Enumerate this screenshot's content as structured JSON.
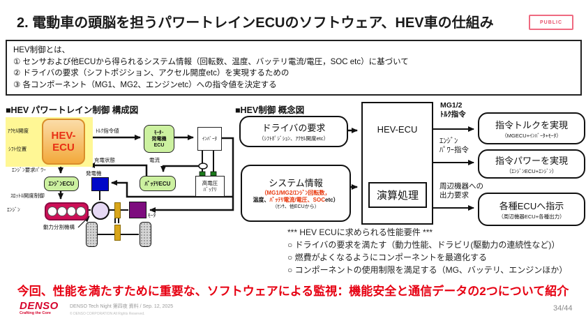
{
  "header": {
    "title": "2. 電動車の頭脳を担うパワートレインECUのソフトウェア、HEV車の仕組み",
    "public_badge": "PUBLIC"
  },
  "definition": {
    "intro": "HEV制御とは、",
    "point1": "① センサおよび他ECUから得られるシステム情報（回転数、温度、バッテリ電流/電圧，SOC etc）に基づいて",
    "point2": "② ドライバの要求（シフトポジション、アクセル開度etc）を実現するための",
    "point3": "③ 各コンポーネント（MG1、MG2、エンジンetc）への指令値を決定する"
  },
  "structure_diagram": {
    "heading": "■HEV パワートレイン制御 構成図",
    "labels": {
      "accel": "ｱｸｾﾙ開度",
      "shift": "ｼﾌﾄ位置",
      "torque_cmd": "ﾄﾙｸ指令値",
      "charge_state": "充電状態",
      "current": "電流",
      "engine_req_power": "ｴﾝｼﾞﾝ要求ﾊﾟﾜｰ",
      "throttle_ctrl": "ｽﾛｯﾄﾙ開度制御",
      "generator": "発電機",
      "engine": "ｴﾝｼﾞﾝ",
      "power_split": "動力分割機構",
      "motor": "ﾓｰﾀ"
    },
    "nodes": {
      "hev_ecu": "HEV-ECU",
      "motor_gen_ecu": "ﾓｰﾀ･\n発電機\nECU",
      "inverter": "ｲﾝﾊﾞｰﾀ",
      "battery_ecu": "ﾊﾞｯﾃﾘECU",
      "hv_battery": "高電圧\nﾊﾞｯﾃﾘ",
      "engine_ecu": "ｴﾝｼﾞﾝECU"
    }
  },
  "concept_diagram": {
    "heading": "■HEV制御 概念図",
    "driver_box": {
      "title": "ドライバの要求",
      "subtitle": "（ｼﾌﾄﾎﾟｼﾞｼｮﾝ、ｱｸｾﾙ開度etc）"
    },
    "system_box": {
      "title": "システム情報",
      "sub_red1": "（MG1/MG2/ｴﾝｼﾞﾝ回転数，",
      "sub_black1": "温度、",
      "sub_red2": "ﾊﾞｯﾃﾘ電流/電圧、SOC",
      "sub_black2": "etc）",
      "sub_line3": "（ｾﾝｻ、他ECUから）"
    },
    "hev_ecu_title": "HEV-ECU",
    "process_box": "演算処理",
    "outputs": [
      {
        "label": "MG1/2\nﾄﾙｸ指令",
        "title": "指令トルクを実現",
        "subtitle": "（MGECU+ｲﾝﾊﾞｰﾀ+ﾓｰﾀ）"
      },
      {
        "label": "ｴﾝｼﾞﾝ\nﾊﾟﾜｰ指令",
        "title": "指令パワーを実現",
        "subtitle": "（ｴﾝｼﾞﾝECU+ｴﾝｼﾞﾝ）"
      },
      {
        "label": "周辺機器への\n出力要求",
        "title": "各種ECUへ指示",
        "subtitle": "（周辺機器ECU+各種出力）"
      }
    ]
  },
  "requirements": {
    "heading": "*** HEV ECUに求められる性能要件 ***",
    "items": [
      "○ ドライバの要求を満たす（動力性能、ドラビリ(駆動力の連続性など)）",
      "○ 燃費がよくなるようにコンポーネントを最適化する",
      "○ コンポーネントの使用制限を満足する（MG、バッテリ、エンジンほか）"
    ]
  },
  "headline": "今回、性能を満たすために重要な、ソフトウェアによる監視：機能安全と通信データの2つについて紹介",
  "footer": {
    "logo": "DENSO",
    "logo_tagline": "Crafting the Core",
    "credit": "DENSO Tech Night 第四夜 資料 / Sep. 12, 2025",
    "copyright": "© DENSO CORPORATION All Rights Reserved.",
    "page": "34/44"
  },
  "colors": {
    "denso_red": "#e60012",
    "accent_red": "#e8380d",
    "ecu_green": "#ccf1a0",
    "highlight_yellow": "#fff795",
    "hev_ecu_orange": "#f2a93b",
    "generator_blue": "#0008c8",
    "motor_purple": "#7d0c7e",
    "engine_crimson": "#ce1057"
  }
}
